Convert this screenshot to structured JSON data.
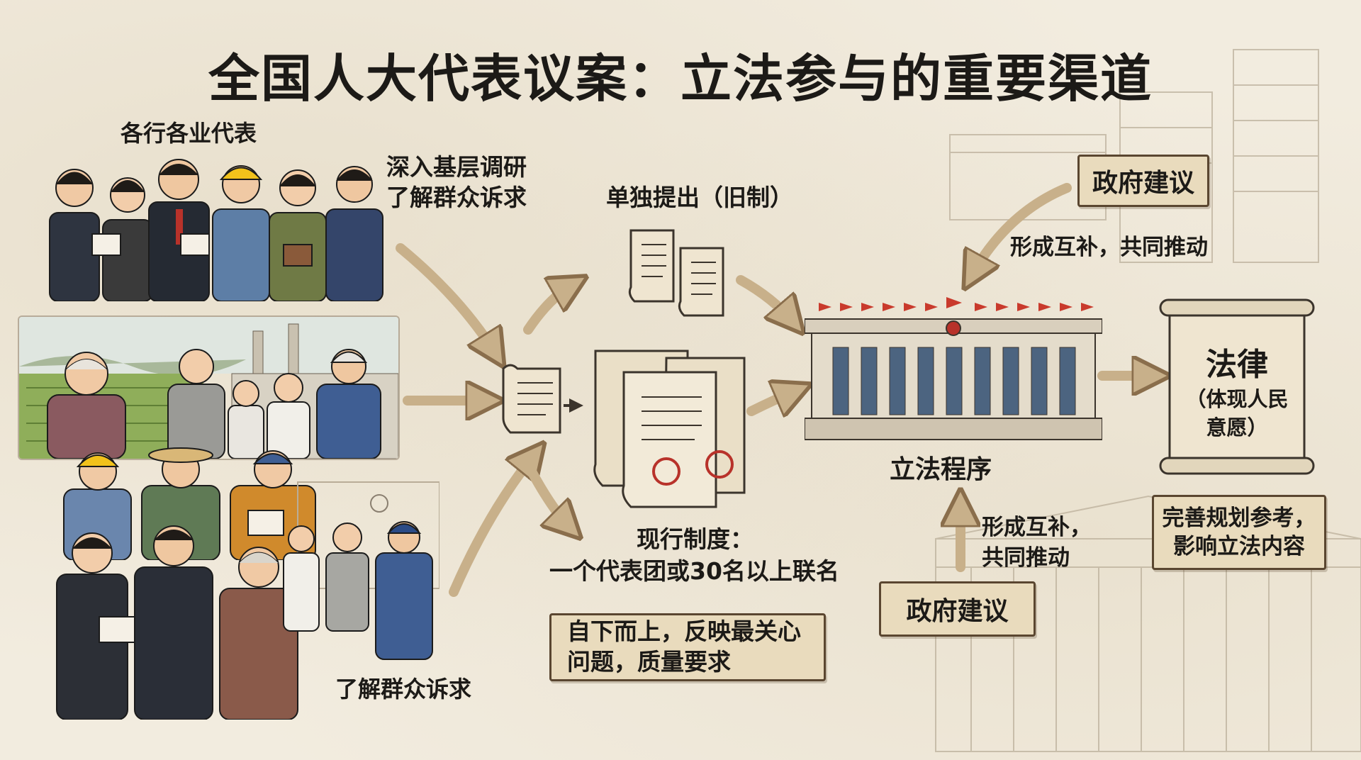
{
  "title": "全国人大代表议案：立法参与的重要渠道",
  "labels": {
    "representatives": "各行各业代表",
    "research_line1": "深入基层调研",
    "research_line2": "了解群众诉求",
    "individual": "单独提出（旧制）",
    "current_line1": "现行制度：",
    "current_line2": "一个代表团或30名以上联名",
    "process": "立法程序",
    "complement_top": "形成互补，共同推动",
    "complement_bottom_line1": "形成互补，",
    "complement_bottom_line2": "共同推动",
    "bottom_left": "了解群众诉求"
  },
  "boxes": {
    "gov_top": "政府建议",
    "gov_bottom": "政府建议",
    "bottom_up_line1": "自下而上，反映最关心",
    "bottom_up_line2": "问题，质量要求",
    "planning_line1": "完善规划参考，",
    "planning_line2": "影响立法内容"
  },
  "law_scroll": {
    "title": "法律",
    "sub_line1": "（体现人民",
    "sub_line2": "意愿）"
  },
  "colors": {
    "arrow": "#c8b08a",
    "arrow_stroke": "#8a6e4c",
    "box_fill": "#e9dbbd",
    "seal": "#b8322a",
    "flag": "#c93a2c"
  }
}
